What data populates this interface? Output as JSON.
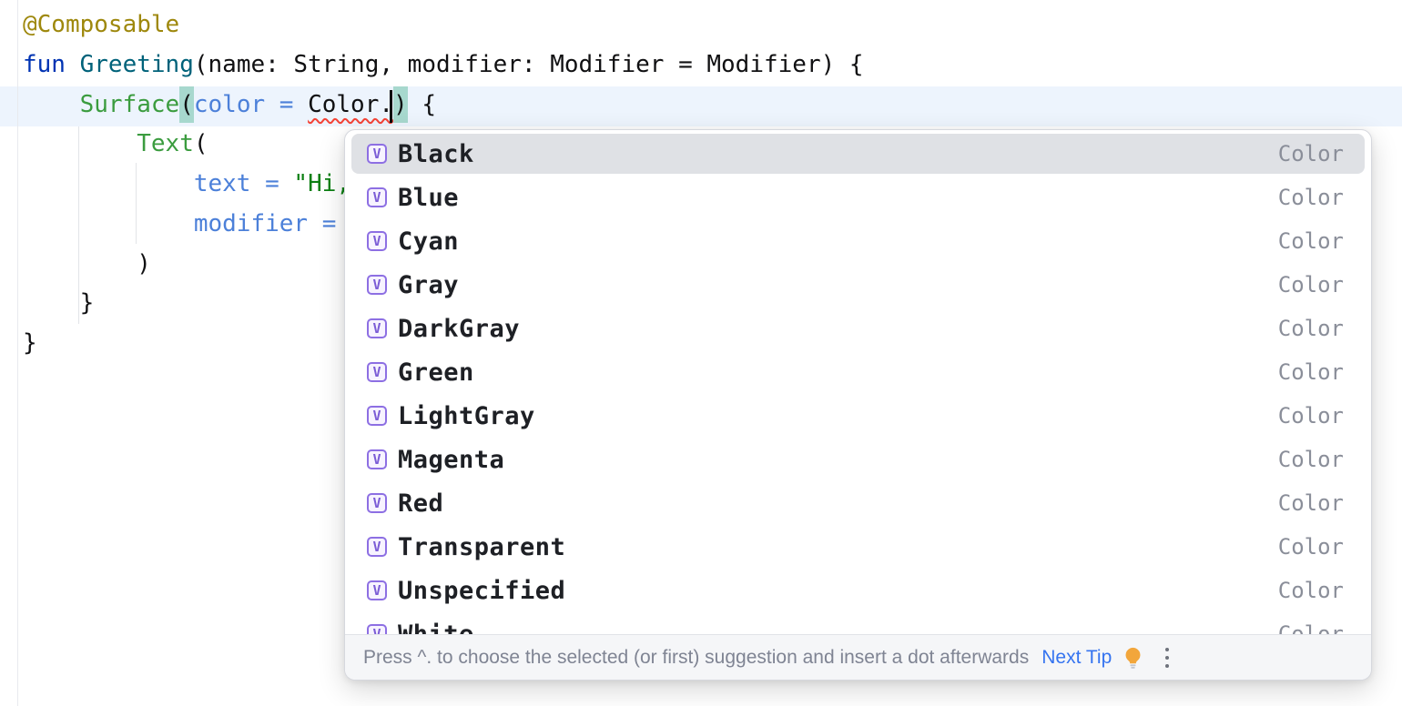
{
  "editor": {
    "language": "kotlin",
    "current_line_index": 2,
    "caret_after_text": "Color.",
    "lines": [
      {
        "segments": [
          {
            "t": "@Composable",
            "c": "ann"
          }
        ]
      },
      {
        "segments": [
          {
            "t": "fun ",
            "c": "kw"
          },
          {
            "t": "Greeting",
            "c": "fn"
          },
          {
            "t": "(name: String, modifier: Modifier = Modifier) {",
            "c": "plain"
          }
        ]
      },
      {
        "segments": [
          {
            "t": "    ",
            "c": "plain"
          },
          {
            "t": "Surface",
            "c": "call"
          },
          {
            "t": "(",
            "c": "brace"
          },
          {
            "t": "color = ",
            "c": "param"
          },
          {
            "t": "Color.",
            "c": "err"
          },
          {
            "t": ")",
            "c": "brace"
          },
          {
            "t": " {",
            "c": "plain"
          }
        ]
      },
      {
        "segments": [
          {
            "t": "        ",
            "c": "plain"
          },
          {
            "t": "Text",
            "c": "call"
          },
          {
            "t": "(",
            "c": "plain"
          }
        ]
      },
      {
        "segments": [
          {
            "t": "            ",
            "c": "plain"
          },
          {
            "t": "text = ",
            "c": "param"
          },
          {
            "t": "\"Hi,",
            "c": "str"
          }
        ]
      },
      {
        "segments": [
          {
            "t": "            ",
            "c": "plain"
          },
          {
            "t": "modifier = ",
            "c": "param"
          }
        ]
      },
      {
        "segments": [
          {
            "t": "        )",
            "c": "plain"
          }
        ]
      },
      {
        "segments": [
          {
            "t": "    }",
            "c": "plain"
          }
        ]
      },
      {
        "segments": [
          {
            "t": "}",
            "c": "plain"
          }
        ]
      }
    ]
  },
  "popup": {
    "selected_index": 0,
    "icon_glyph": "V",
    "items": [
      {
        "label": "Black",
        "type": "Color"
      },
      {
        "label": "Blue",
        "type": "Color"
      },
      {
        "label": "Cyan",
        "type": "Color"
      },
      {
        "label": "Gray",
        "type": "Color"
      },
      {
        "label": "DarkGray",
        "type": "Color"
      },
      {
        "label": "Green",
        "type": "Color"
      },
      {
        "label": "LightGray",
        "type": "Color"
      },
      {
        "label": "Magenta",
        "type": "Color"
      },
      {
        "label": "Red",
        "type": "Color"
      },
      {
        "label": "Transparent",
        "type": "Color"
      },
      {
        "label": "Unspecified",
        "type": "Color"
      },
      {
        "label": "White",
        "type": "Color"
      }
    ],
    "footer": {
      "hint": "Press ^. to choose the selected (or first) suggestion and insert a dot afterwards",
      "next_tip": "Next Tip"
    }
  },
  "colors": {
    "annotation": "#9E880D",
    "keyword": "#0033B3",
    "function_decl": "#00627A",
    "composable_call": "#3B9C3F",
    "named_argument": "#4C80D9",
    "string": "#0B7F12",
    "current_line_bg": "#EDF4FD",
    "brace_match_bg": "#A7D8CE",
    "error_squiggle": "#F44336",
    "selection_bg": "#DFE1E5",
    "type_label": "#8A8E99",
    "icon_purple": "#7B5CD6",
    "link": "#3574F0",
    "footer_bg": "#F5F6F8"
  }
}
